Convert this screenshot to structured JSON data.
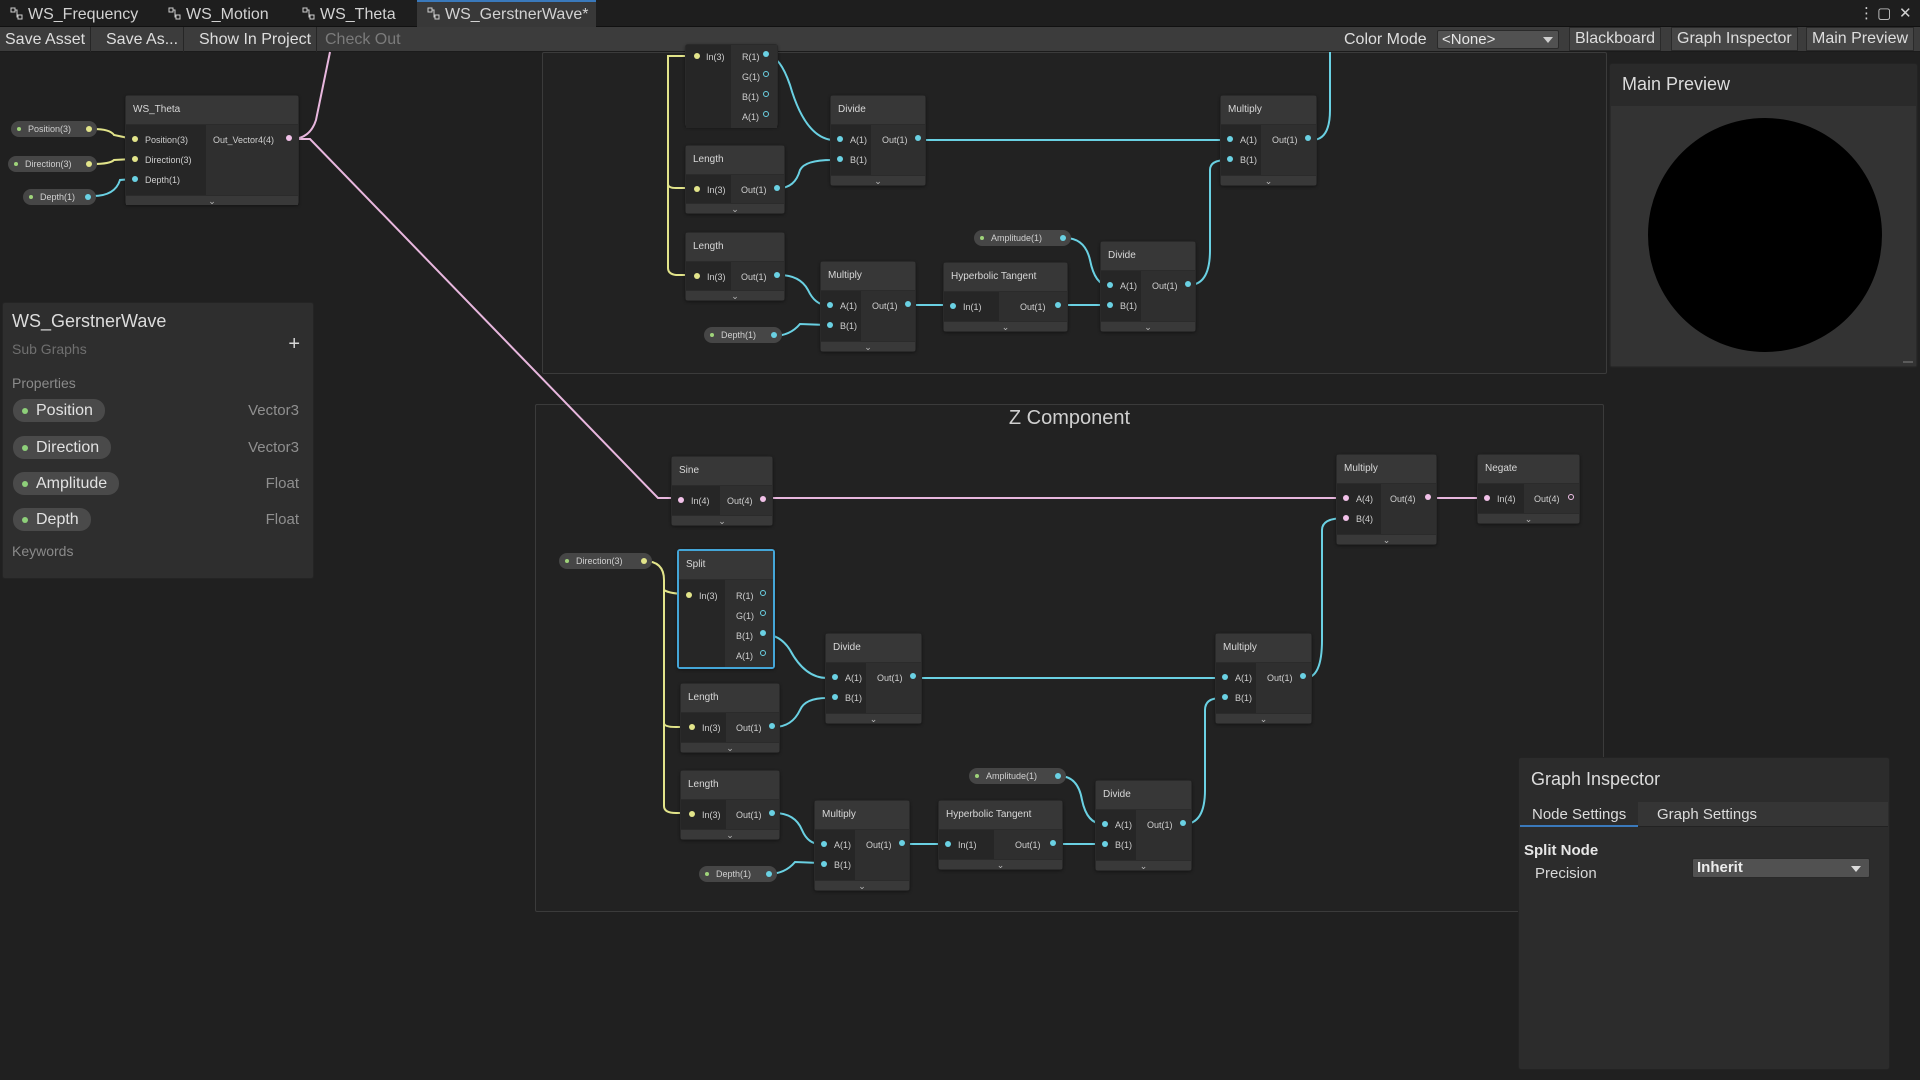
{
  "tabs": [
    {
      "label": "WS_Frequency",
      "active": false
    },
    {
      "label": "WS_Motion",
      "active": false
    },
    {
      "label": "WS_Theta",
      "active": false
    },
    {
      "label": "WS_GerstnerWave*",
      "active": true
    }
  ],
  "toolbar": {
    "save_asset": "Save Asset",
    "save_as": "Save As...",
    "show_in_project": "Show In Project",
    "check_out": "Check Out",
    "color_mode_label": "Color Mode",
    "color_mode_value": "<None>",
    "blackboard": "Blackboard",
    "graph_inspector": "Graph Inspector",
    "main_preview": "Main Preview"
  },
  "colors": {
    "accent": "#3a79bb",
    "wire_vector3": "#e8ea8a",
    "wire_float": "#6ad1e3",
    "wire_vector4": "#f1c1e8",
    "selected_outline": "#44a6d8"
  },
  "graph": {
    "theta_node": {
      "title": "WS_Theta",
      "in1": "Position(3)",
      "in2": "Direction(3)",
      "in3": "Depth(1)",
      "out": "Out_Vector4(4)"
    },
    "theta_props": {
      "p1": "Position(3)",
      "p2": "Direction(3)",
      "p3": "Depth(1)"
    },
    "x": {
      "split": {
        "in": "In(3)",
        "r": "R(1)",
        "g": "G(1)",
        "b": "B(1)",
        "a": "A(1)"
      },
      "length1": {
        "title": "Length",
        "in": "In(3)",
        "out": "Out(1)"
      },
      "length2": {
        "title": "Length",
        "in": "In(3)",
        "out": "Out(1)"
      },
      "divide1": {
        "title": "Divide",
        "a": "A(1)",
        "b": "B(1)",
        "out": "Out(1)"
      },
      "multiply1": {
        "title": "Multiply",
        "a": "A(1)",
        "b": "B(1)",
        "out": "Out(1)"
      },
      "multiply2": {
        "title": "Multiply",
        "a": "A(1)",
        "b": "B(1)",
        "out": "Out(1)"
      },
      "tanh": {
        "title": "Hyperbolic Tangent",
        "in": "In(1)",
        "out": "Out(1)"
      },
      "divide2": {
        "title": "Divide",
        "a": "A(1)",
        "b": "B(1)",
        "out": "Out(1)"
      },
      "amplitude": "Amplitude(1)",
      "depth": "Depth(1)"
    },
    "z": {
      "group_title": "Z Component",
      "sine": {
        "title": "Sine",
        "in": "In(4)",
        "out": "Out(4)"
      },
      "multiply_top": {
        "title": "Multiply",
        "a": "A(4)",
        "b": "B(4)",
        "out": "Out(4)"
      },
      "negate": {
        "title": "Negate",
        "in": "In(4)",
        "out": "Out(4)"
      },
      "direction": "Direction(3)",
      "split": {
        "title": "Split",
        "in": "In(3)",
        "r": "R(1)",
        "g": "G(1)",
        "b": "B(1)",
        "a": "A(1)"
      },
      "length1": {
        "title": "Length",
        "in": "In(3)",
        "out": "Out(1)"
      },
      "length2": {
        "title": "Length",
        "in": "In(3)",
        "out": "Out(1)"
      },
      "divide1": {
        "title": "Divide",
        "a": "A(1)",
        "b": "B(1)",
        "out": "Out(1)"
      },
      "multiply1": {
        "title": "Multiply",
        "a": "A(1)",
        "b": "B(1)",
        "out": "Out(1)"
      },
      "multiply2": {
        "title": "Multiply",
        "a": "A(1)",
        "b": "B(1)",
        "out": "Out(1)"
      },
      "tanh": {
        "title": "Hyperbolic Tangent",
        "in": "In(1)",
        "out": "Out(1)"
      },
      "divide2": {
        "title": "Divide",
        "a": "A(1)",
        "b": "B(1)",
        "out": "Out(1)"
      },
      "amplitude": "Amplitude(1)",
      "depth": "Depth(1)"
    }
  },
  "blackboard": {
    "title": "WS_GerstnerWave",
    "subtitle": "Sub Graphs",
    "properties_header": "Properties",
    "keywords_header": "Keywords",
    "properties": [
      {
        "name": "Position",
        "type": "Vector3"
      },
      {
        "name": "Direction",
        "type": "Vector3"
      },
      {
        "name": "Amplitude",
        "type": "Float"
      },
      {
        "name": "Depth",
        "type": "Float"
      }
    ]
  },
  "preview": {
    "title": "Main Preview"
  },
  "inspector": {
    "title": "Graph Inspector",
    "tab_node": "Node Settings",
    "tab_graph": "Graph Settings",
    "node_name": "Split Node",
    "precision_label": "Precision",
    "precision_value": "Inherit"
  }
}
